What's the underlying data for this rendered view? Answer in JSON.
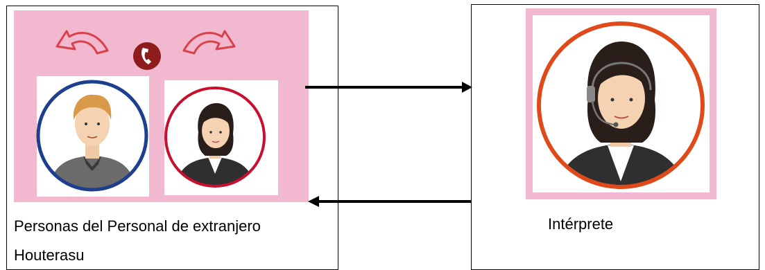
{
  "left_panel": {
    "caption_line1": "Personas del Personal de extranjero",
    "caption_line2": "Houterasu"
  },
  "right_panel": {
    "caption": "Intérprete"
  },
  "colors": {
    "pink_background": "#f2b8cf",
    "blue_ring": "#1e3f8e",
    "red_ring": "#c8102e",
    "orange_ring": "#e04a1a",
    "arrow_red": "#d9414a",
    "phone_badge": "#8e1c1c"
  },
  "icons": [
    "curved-arrow-left-icon",
    "phone-icon",
    "curved-arrow-right-icon",
    "headset-icon"
  ]
}
